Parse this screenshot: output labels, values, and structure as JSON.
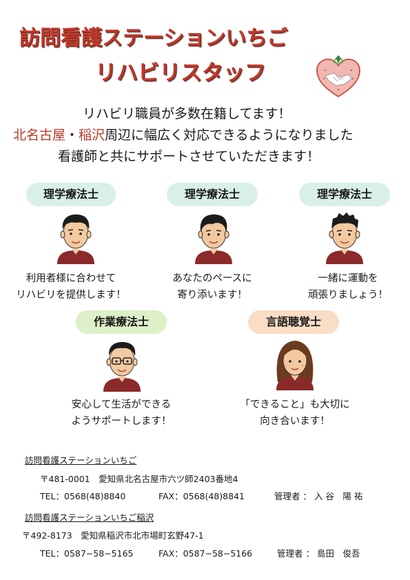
{
  "title": {
    "line1": "訪問看護ステーションいちご",
    "line2": "リハビリスタッフ"
  },
  "intro": {
    "line1": "リハビリ職員が多数在籍してます！",
    "line2_red1": "北名古屋",
    "line2_sep": "・",
    "line2_red2": "稲沢",
    "line2_rest": "周辺に幅広く対応できるようになりました",
    "line3": "看護師と共にサポートさせていただきます！"
  },
  "staff": [
    {
      "role": "理学療法士",
      "desc1": "利用者様に合わせて",
      "desc2": "リハビリを提供します！"
    },
    {
      "role": "理学療法士",
      "desc1": "あなたのペースに",
      "desc2": "寄り添います！"
    },
    {
      "role": "理学療法士",
      "desc1": "一緒に運動を",
      "desc2": "頑張りましょう！"
    },
    {
      "role": "作業療法士",
      "desc1": "安心して生活ができる",
      "desc2": "ようサポートします！"
    },
    {
      "role": "言語聴覚士",
      "desc1": "「できること」も大切に",
      "desc2": "向き合います！"
    }
  ],
  "office1": {
    "name": "訪問看護ステーションいちご",
    "address": "〒481-0001　愛知県北名古屋市六ツ師2403番地4",
    "tel": "TEL：0568(48)8840",
    "fax": "FAX：0568(48)8841",
    "manager": "管理者 ： 入 谷　陽 祐"
  },
  "office2": {
    "name": "訪問看護ステーションいちご稲沢",
    "address": "〒492-8173　愛知県稲沢市北市場町玄野47-1",
    "tel": "TEL：0587−58−5165",
    "fax": "FAX：0587−58−5166",
    "manager": "管理者 ： 島田　俊吾"
  },
  "colors": {
    "title": "#c0392b",
    "pill_pt": "#d8f0e6",
    "pill_ot": "#ddf0c8",
    "pill_st": "#f9ddc4",
    "uniform": "#8b2a2a"
  }
}
